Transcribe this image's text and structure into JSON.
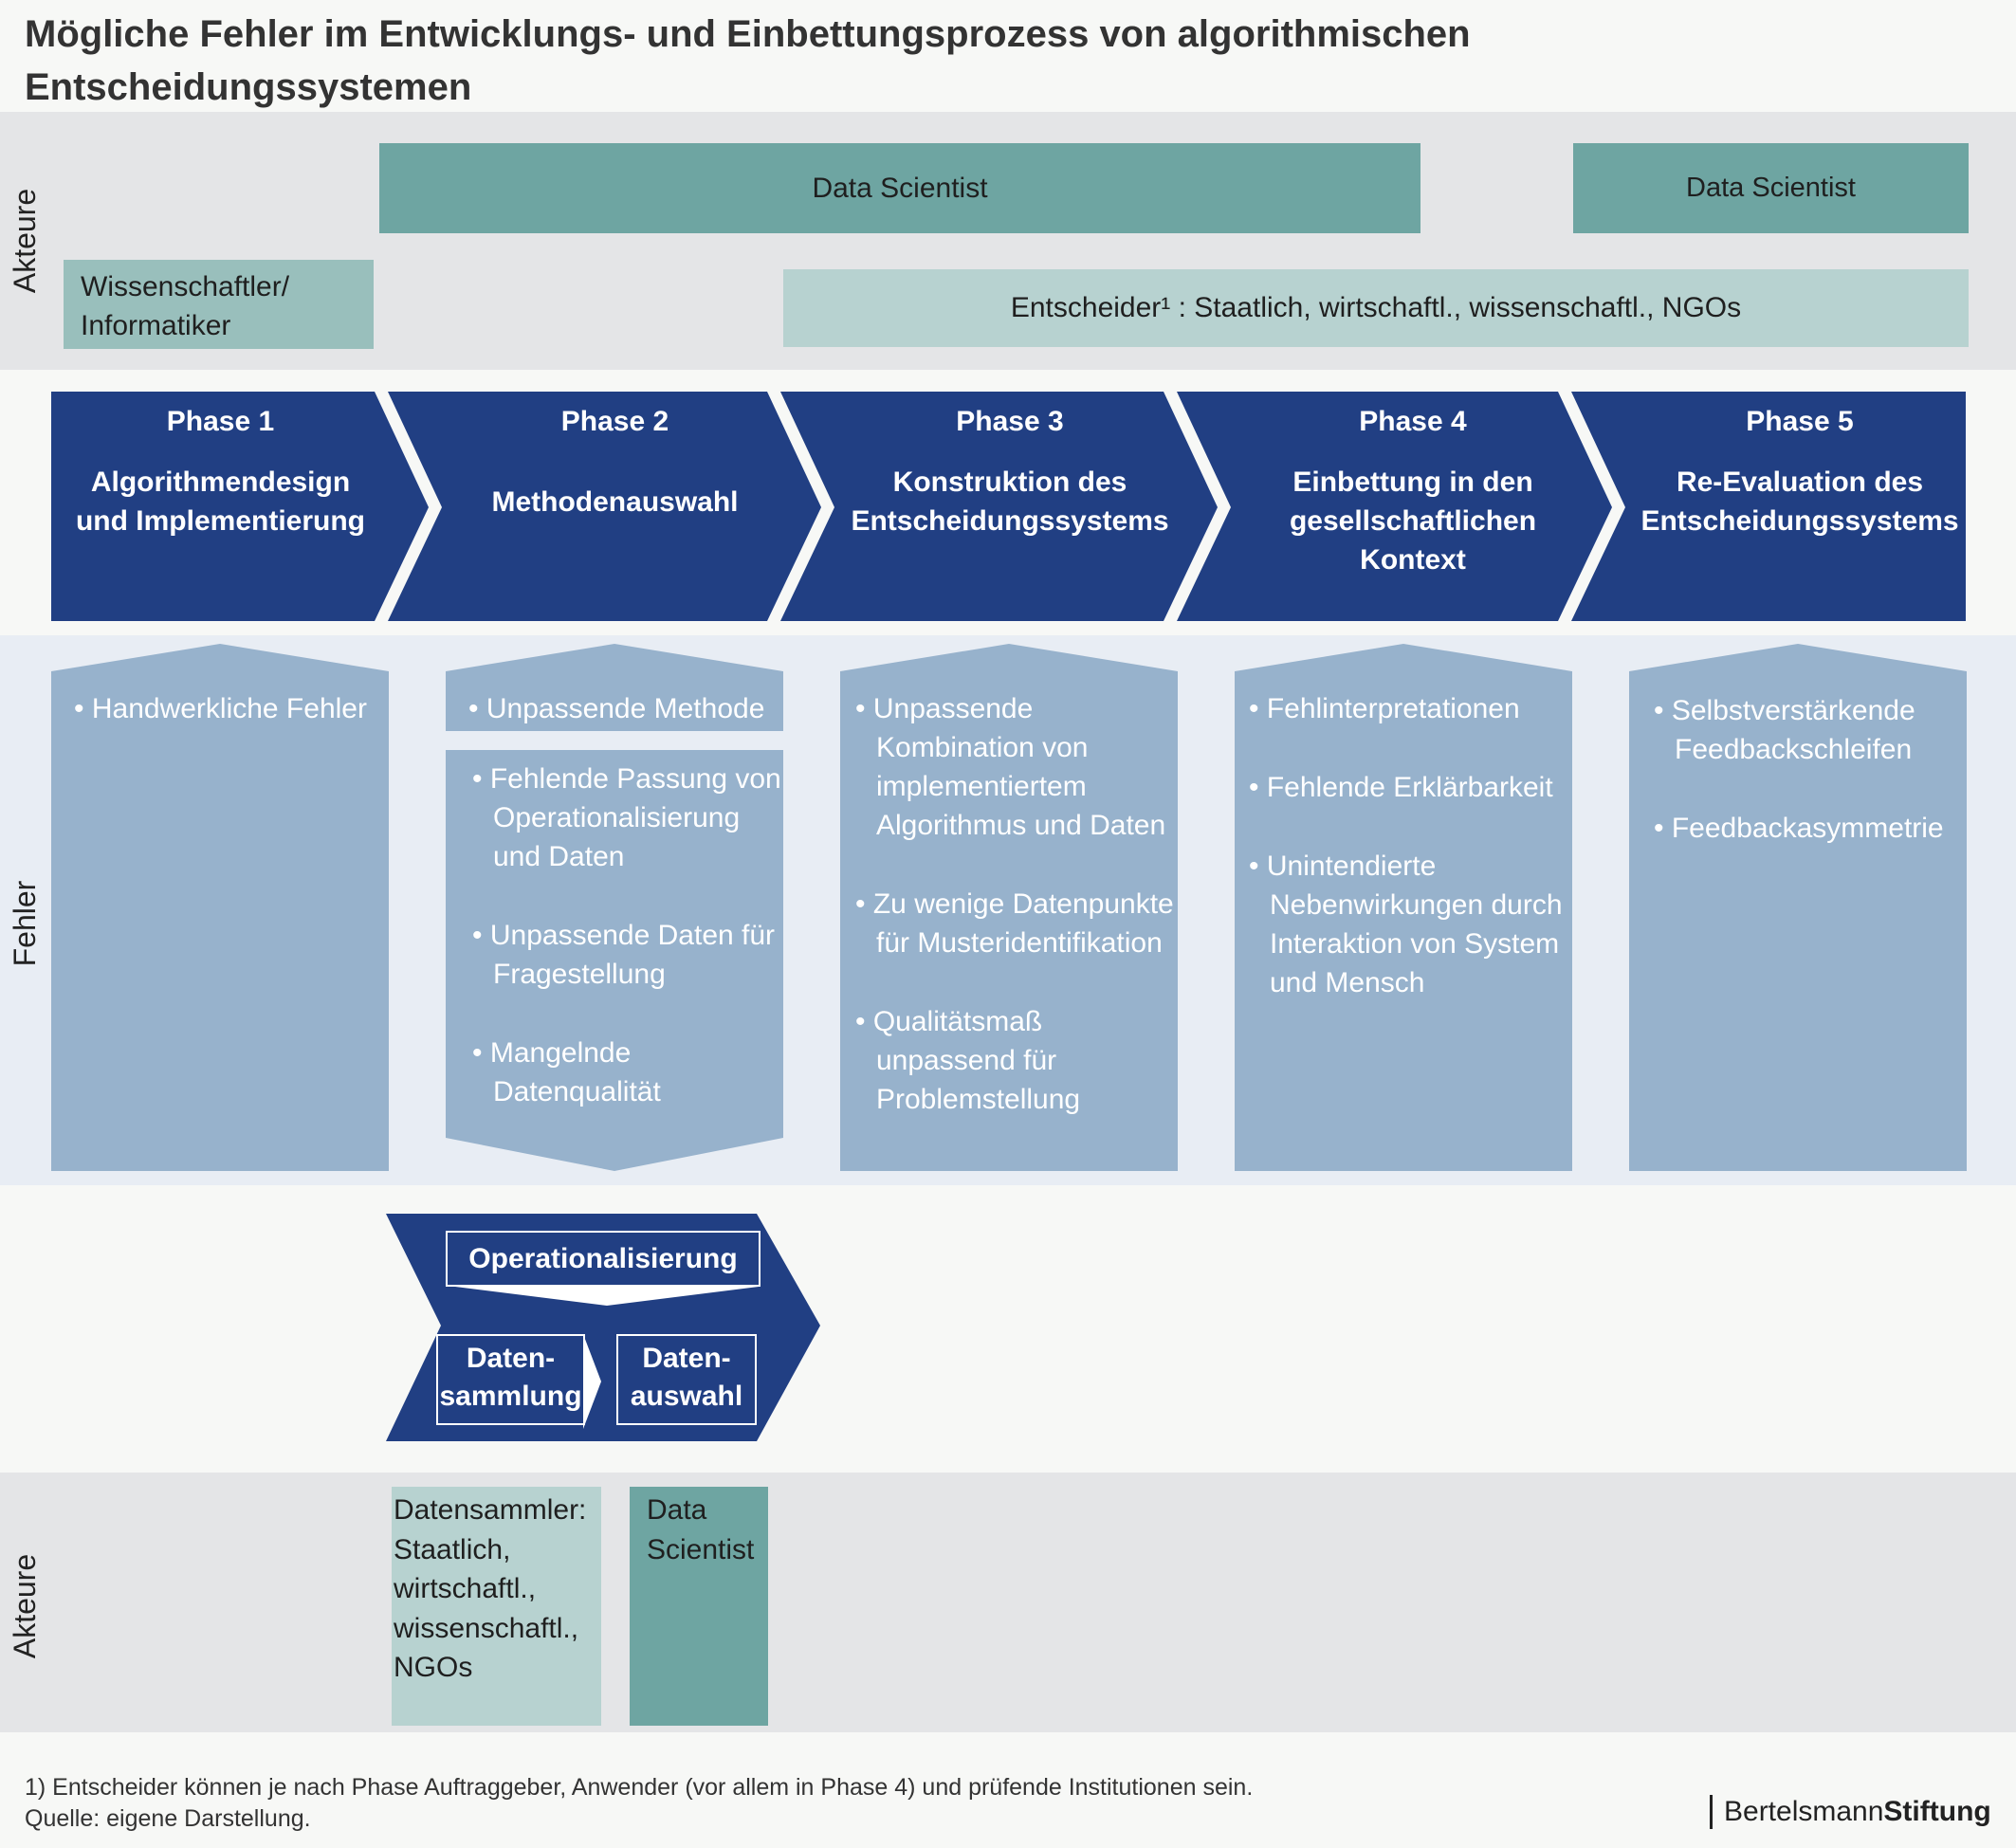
{
  "title": "Mögliche Fehler im Entwicklungs- und Einbettungsprozess von algorithmischen Entscheidungssystemen",
  "colors": {
    "phase_blue": "#213f83",
    "error_blue": "#97b2cc",
    "actor_dark": "#6ea5a2",
    "actor_light": "#b7d2d0",
    "band_gray": "#e4e5e7"
  },
  "top_actors": {
    "label": "Akteure",
    "data_scientist_main": "Data Scientist",
    "data_scientist_right": "Data Scientist",
    "wissenschaftler_line1": "Wissenschaftler/",
    "wissenschaftler_line2": "Informatiker",
    "entscheider": "Entscheider¹ : Staatlich, wirtschaftl., wissenschaftl., NGOs"
  },
  "phases": [
    {
      "label": "Phase 1",
      "lines": [
        "Algorithmendesign",
        "und Implementierung"
      ]
    },
    {
      "label": "Phase 2",
      "lines": [
        "Methodenauswahl"
      ]
    },
    {
      "label": "Phase 3",
      "lines": [
        "Konstruktion des",
        "Entscheidungssystems"
      ]
    },
    {
      "label": "Phase 4",
      "lines": [
        "Einbettung in den",
        "gesellschaftlichen",
        "Kontext"
      ]
    },
    {
      "label": "Phase 5",
      "lines": [
        "Re-Evaluation des",
        "Entscheidungssystems"
      ]
    }
  ],
  "errors": {
    "label": "Fehler",
    "col1": [
      "Handwerkliche Fehler"
    ],
    "col2_top": [
      "Unpassende Methode"
    ],
    "col2_bottom": [
      "Fehlende Passung von Operationalisierung und Daten",
      "Unpassende Daten für Fragestellung",
      "Mangelnde Datenqualität"
    ],
    "col3": [
      "Unpassende Kombination von implementiertem Algorithmus und Daten",
      "Zu wenige Datenpunkte für Musteridentifikation",
      "Qualitätsmaß unpassend für Problemstellung"
    ],
    "col4": [
      "Fehlinterpretationen",
      "Fehlende Erklärbarkeit",
      "Unintendierte Nebenwirkungen durch Interaktion von System und Mensch"
    ],
    "col5": [
      "Selbstverstärkende Feedbackschleifen",
      "Feedbackasymmetrie"
    ]
  },
  "sub_process": {
    "operationalisierung": "Operationalisierung",
    "datensammlung_1": "Daten-",
    "datensammlung_2": "sammlung",
    "datenauswahl_1": "Daten-",
    "datenauswahl_2": "auswahl"
  },
  "bottom_actors": {
    "label": "Akteure",
    "datensammler": [
      "Datensammler:",
      "Staatlich,",
      "wirtschaftl.,",
      "wissenschaftl.,",
      "NGOs"
    ],
    "data_scientist": [
      "Data",
      "Scientist"
    ]
  },
  "footnote_1": "1) Entscheider können je nach Phase Auftraggeber, Anwender (vor allem in Phase 4) und prüfende Institutionen sein.",
  "footnote_2": "Quelle: eigene Darstellung.",
  "logo_regular": "Bertelsmann",
  "logo_bold": "Stiftung"
}
